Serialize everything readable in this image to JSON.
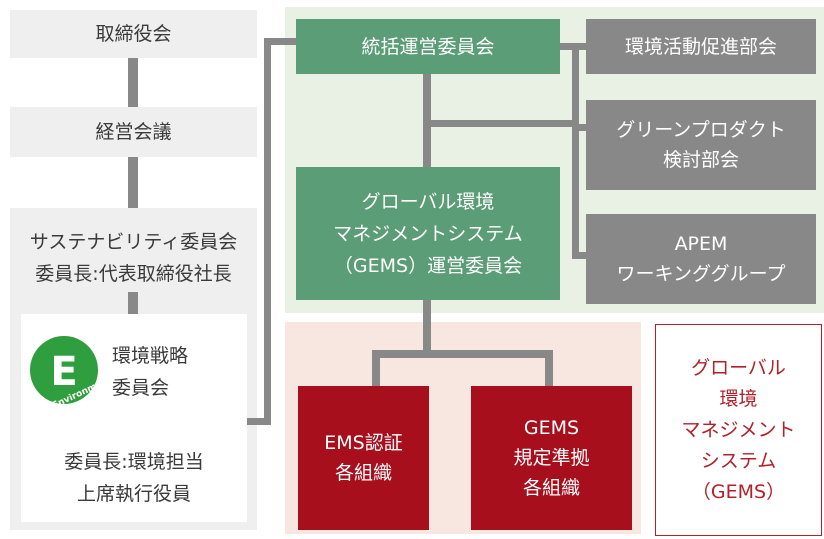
{
  "left": {
    "board": "取締役会",
    "mgmt_meeting": "経営会議",
    "sustainability": [
      "サステナビリティ委員会",
      "委員長:代表取締役社長"
    ],
    "env_strategy": [
      "環境戦略",
      "委員会"
    ],
    "env_chair": [
      "委員長:環境担当",
      "上席執行役員"
    ],
    "logo_letter": "E",
    "logo_text": "Environment"
  },
  "green": {
    "unified": "統括運営委員会",
    "gems_committee": [
      "グローバル環境",
      "マネジメントシステム",
      "（GEMS）運営委員会"
    ]
  },
  "gray_right": {
    "env_promo": "環境活動促進部会",
    "green_product": [
      "グリーンプロダクト",
      "検討部会"
    ],
    "apem": [
      "APEM",
      "ワーキンググループ"
    ]
  },
  "red": {
    "ems": [
      "EMS認証",
      "各組織"
    ],
    "gems_orgs": [
      "GEMS",
      "規定準拠",
      "各組織"
    ]
  },
  "legend": [
    "グローバル",
    "環境",
    "マネジメント",
    "システム",
    "（GEMS）"
  ],
  "colors": {
    "green": "#5a9d77",
    "red": "#a80f1d",
    "gray": "#888888"
  }
}
